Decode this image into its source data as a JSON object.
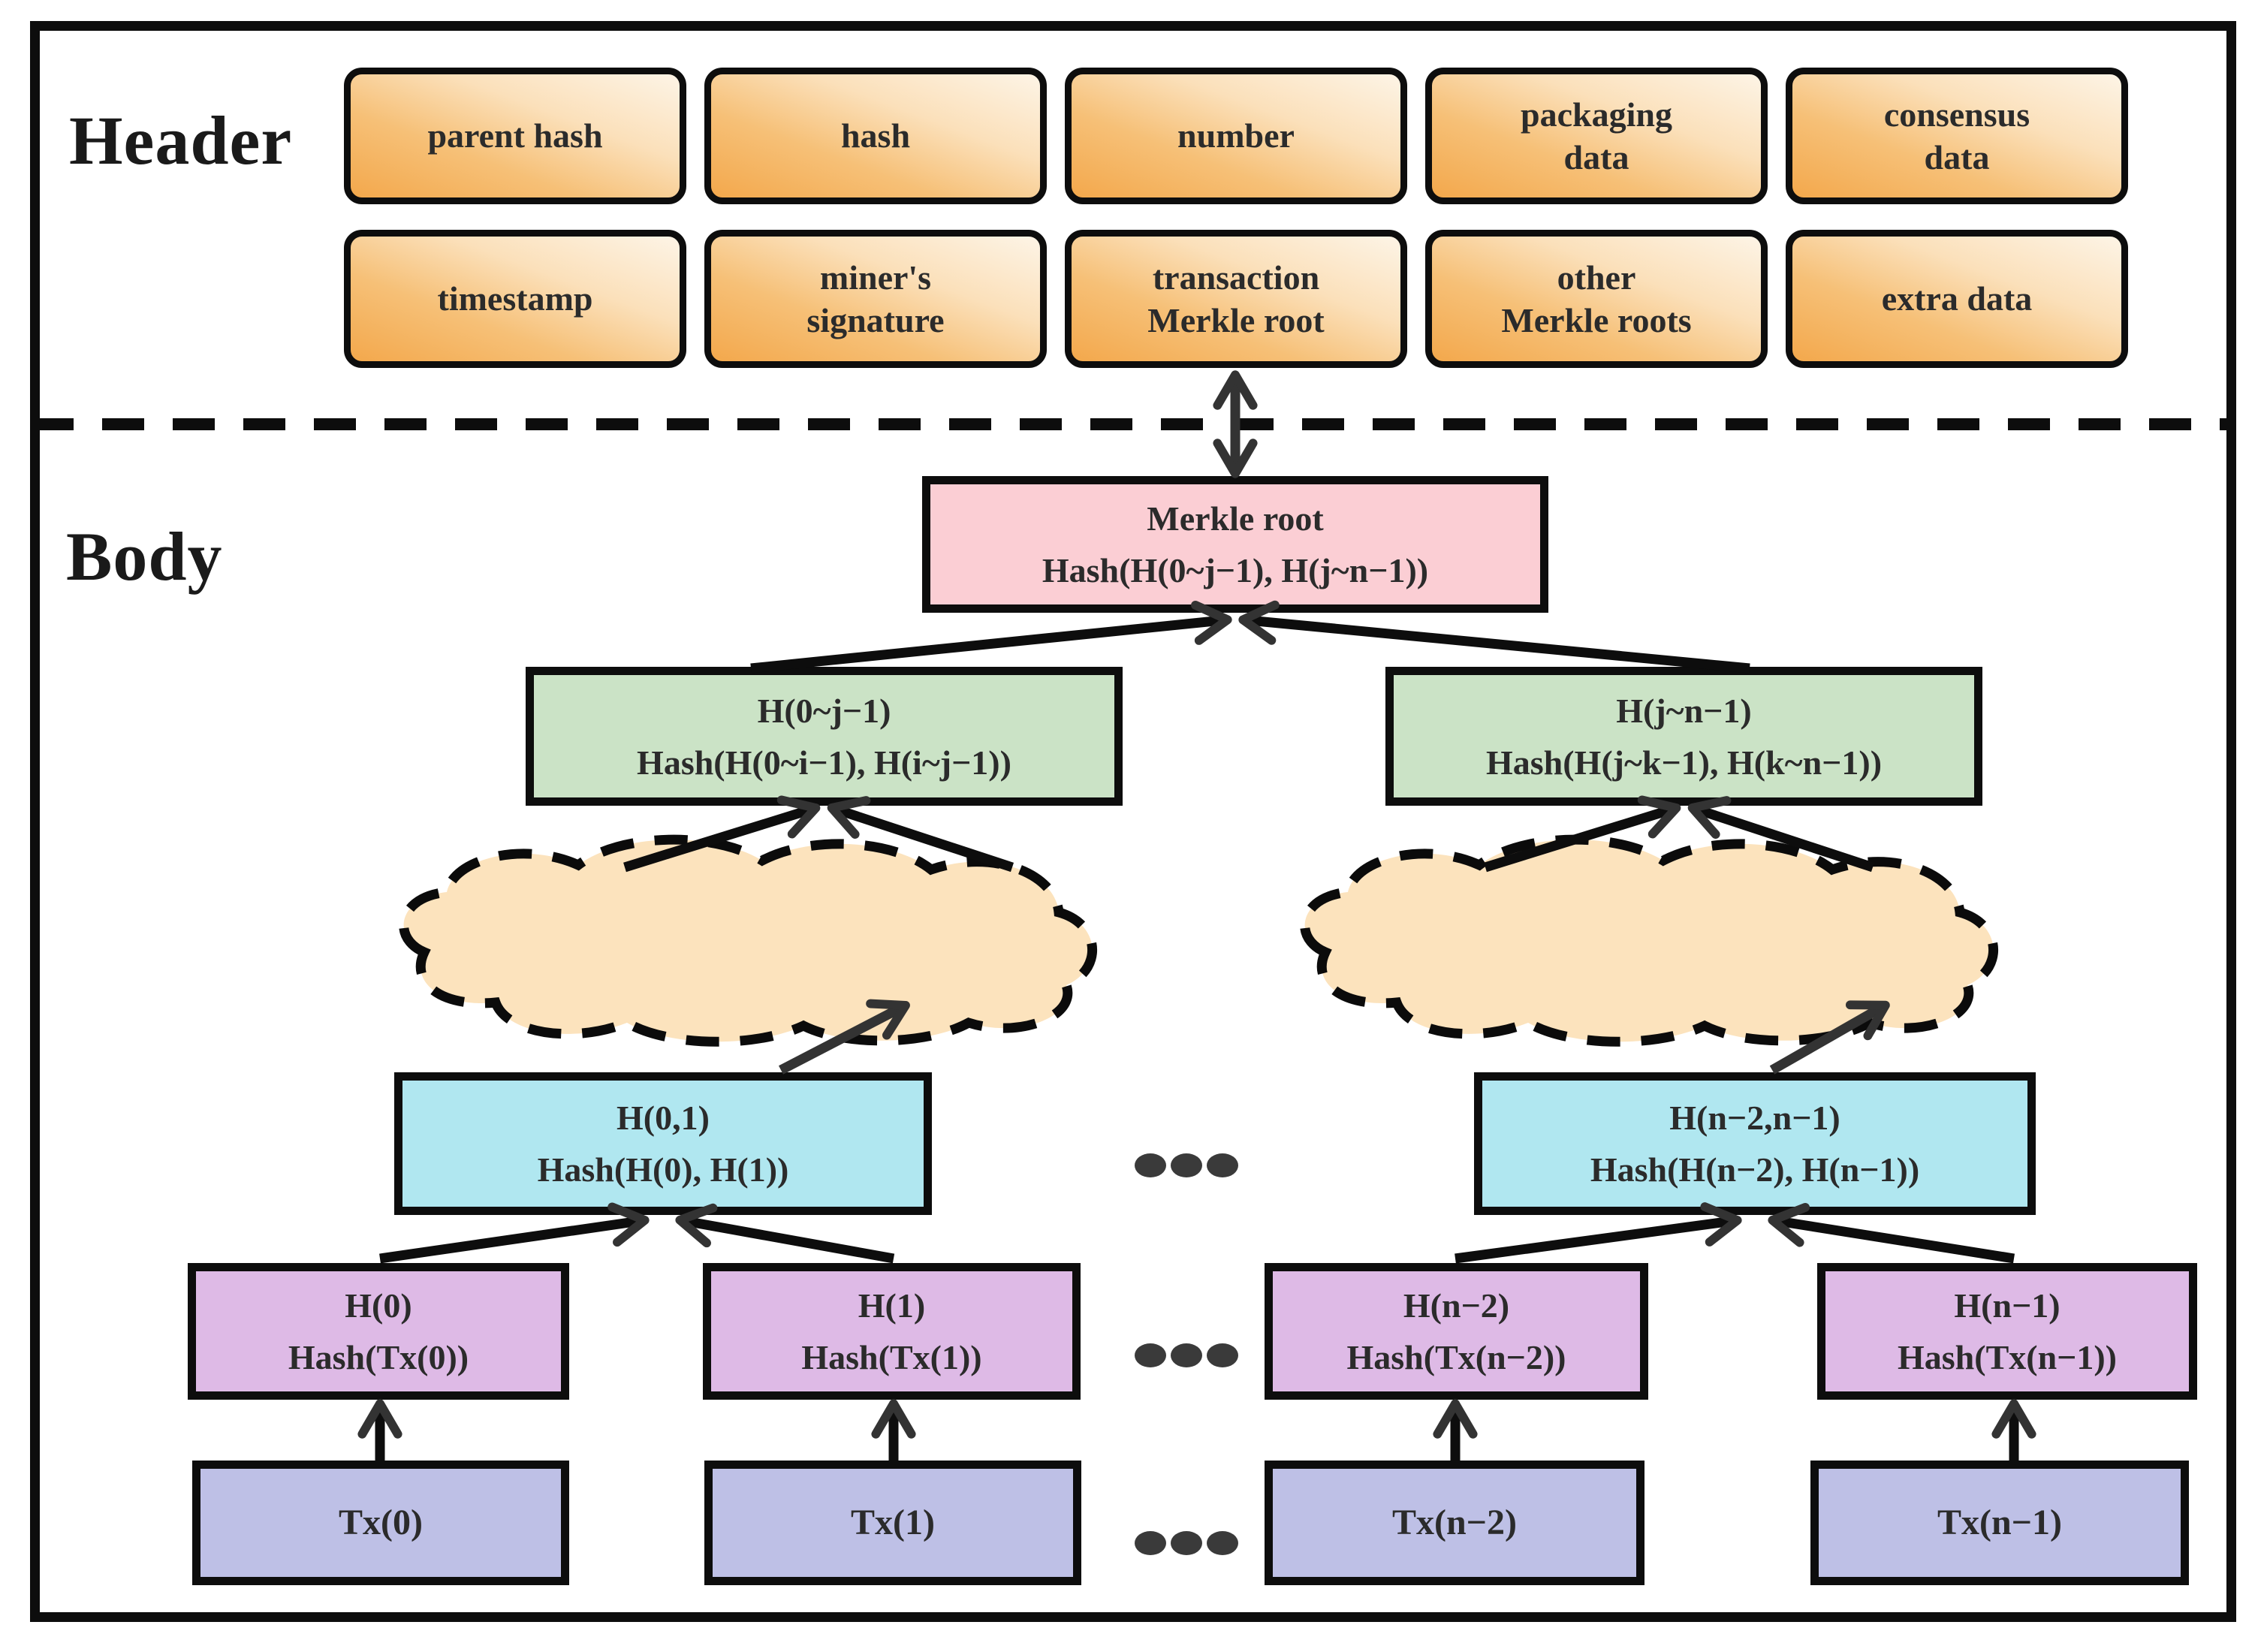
{
  "palette": {
    "header_box_gradient_start": "#f3a84c",
    "header_box_gradient_end": "#fdf4e6",
    "merkle_root_fill": "#fbced4",
    "branch_fill": "#cbe3c6",
    "pair_fill": "#b0e7f0",
    "leaf_hash_fill": "#debae6",
    "transaction_fill": "#bec0e6",
    "cloud_fill": "#fce3bd",
    "border": "#0d0d0d",
    "arrow": "#333333"
  },
  "sections": {
    "header_label": "Header",
    "body_label": "Body"
  },
  "header": {
    "row1": [
      {
        "line1": "parent hash"
      },
      {
        "line1": "hash"
      },
      {
        "line1": "number"
      },
      {
        "line1": "packaging",
        "line2": "data"
      },
      {
        "line1": "consensus",
        "line2": "data"
      }
    ],
    "row2": [
      {
        "line1": "timestamp"
      },
      {
        "line1": "miner's",
        "line2": "signature"
      },
      {
        "line1": "transaction",
        "line2": "Merkle root"
      },
      {
        "line1": "other",
        "line2": "Merkle roots"
      },
      {
        "line1": "extra data"
      }
    ]
  },
  "tree": {
    "root": {
      "line1": "Merkle root",
      "line2": "Hash(H(0~j−1), H(j~n−1))"
    },
    "branches": [
      {
        "line1": "H(0~j−1)",
        "line2": "Hash(H(0~i−1), H(i~j−1))"
      },
      {
        "line1": "H(j~n−1)",
        "line2": "Hash(H(j~k−1), H(k~n−1))"
      }
    ],
    "pairs": [
      {
        "line1": "H(0,1)",
        "line2": "Hash(H(0), H(1))"
      },
      {
        "line1": "H(n−2,n−1)",
        "line2": "Hash(H(n−2), H(n−1))"
      }
    ],
    "leaf_hashes": [
      {
        "line1": "H(0)",
        "line2": "Hash(Tx(0))"
      },
      {
        "line1": "H(1)",
        "line2": "Hash(Tx(1))"
      },
      {
        "line1": "H(n−2)",
        "line2": "Hash(Tx(n−2))"
      },
      {
        "line1": "H(n−1)",
        "line2": "Hash(Tx(n−1))"
      }
    ],
    "transactions": [
      {
        "label": "Tx(0)"
      },
      {
        "label": "Tx(1)"
      },
      {
        "label": "Tx(n−2)"
      },
      {
        "label": "Tx(n−1)"
      }
    ],
    "ellipsis_symbol": "..."
  }
}
